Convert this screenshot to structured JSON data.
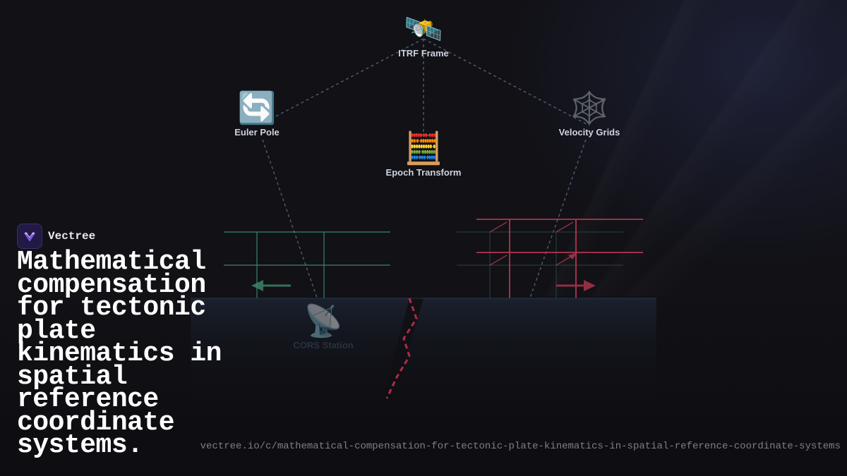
{
  "brand": {
    "name": "Vectree"
  },
  "headline": "Mathematical compensation for tectonic plate kinematics in spatial reference coordinate systems.",
  "url": "vectree.io/c/mathematical-compensation-for-tectonic-plate-kinematics-in-spatial-reference-coordinate-systems",
  "nodes": {
    "itrf": {
      "label": "ITRF Frame",
      "icon": "🛰️",
      "icon_name": "satellite-icon"
    },
    "euler": {
      "label": "Euler Pole",
      "icon": "🔄",
      "icon_name": "rotation-arrows-icon"
    },
    "epoch": {
      "label": "Epoch Transform",
      "icon": "🧮",
      "icon_name": "abacus-icon"
    },
    "velocity": {
      "label": "Velocity Grids",
      "icon": "🕸️",
      "icon_name": "spider-web-icon"
    },
    "cors": {
      "label": "CORS Station",
      "icon": "📡",
      "icon_name": "satellite-antenna-icon"
    }
  },
  "colors": {
    "background": "#111116",
    "connector": "#4a5a70",
    "left_plate_grid": "#3e9a7c",
    "right_plate_grid": "#c43a55",
    "fault_line": "#c0304a",
    "brand_accent": "#8b5cf6"
  }
}
